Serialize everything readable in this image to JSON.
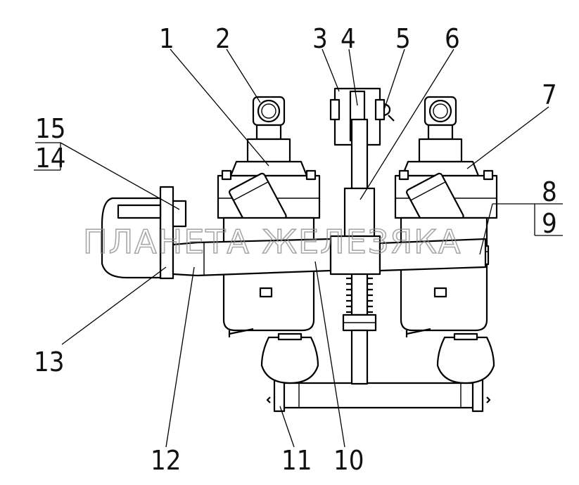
{
  "labels": [
    {
      "id": "1",
      "text": "1"
    },
    {
      "id": "2",
      "text": "2"
    },
    {
      "id": "3",
      "text": "3"
    },
    {
      "id": "4",
      "text": "4"
    },
    {
      "id": "5",
      "text": "5"
    },
    {
      "id": "6",
      "text": "6"
    },
    {
      "id": "7",
      "text": "7"
    },
    {
      "id": "8",
      "text": "8"
    },
    {
      "id": "9",
      "text": "9"
    },
    {
      "id": "10",
      "text": "10"
    },
    {
      "id": "11",
      "text": "11"
    },
    {
      "id": "12",
      "text": "12"
    },
    {
      "id": "13",
      "text": "13"
    },
    {
      "id": "14",
      "text": "14"
    },
    {
      "id": "15",
      "text": "15"
    }
  ],
  "watermark": "ПЛАНЕТА ЖЕЛЕЗЯКА"
}
